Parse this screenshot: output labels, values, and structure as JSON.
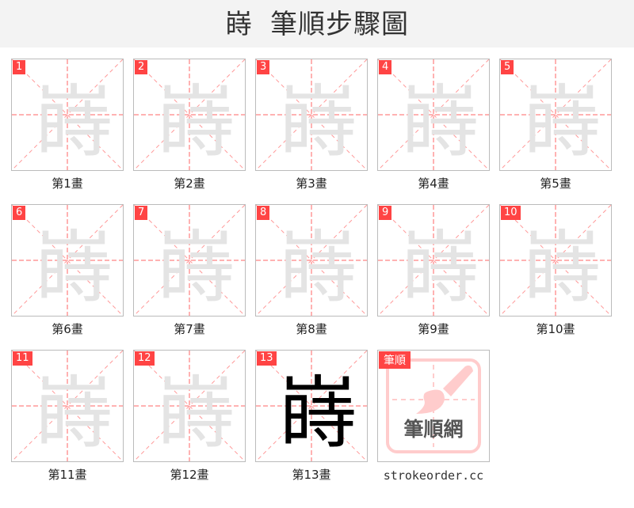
{
  "header": {
    "character": "嵵",
    "title": "筆順步驟圖"
  },
  "character": "嵵",
  "accent_color": "#ff4444",
  "steps": [
    {
      "num": "1",
      "label": "第1畫"
    },
    {
      "num": "2",
      "label": "第2畫"
    },
    {
      "num": "3",
      "label": "第3畫"
    },
    {
      "num": "4",
      "label": "第4畫"
    },
    {
      "num": "5",
      "label": "第5畫"
    },
    {
      "num": "6",
      "label": "第6畫"
    },
    {
      "num": "7",
      "label": "第7畫"
    },
    {
      "num": "8",
      "label": "第8畫"
    },
    {
      "num": "9",
      "label": "第9畫"
    },
    {
      "num": "10",
      "label": "第10畫"
    },
    {
      "num": "11",
      "label": "第11畫"
    },
    {
      "num": "12",
      "label": "第12畫"
    },
    {
      "num": "13",
      "label": "第13畫"
    }
  ],
  "logo": {
    "tag": "筆順",
    "name": "筆順網",
    "site": "strokeorder.cc"
  }
}
